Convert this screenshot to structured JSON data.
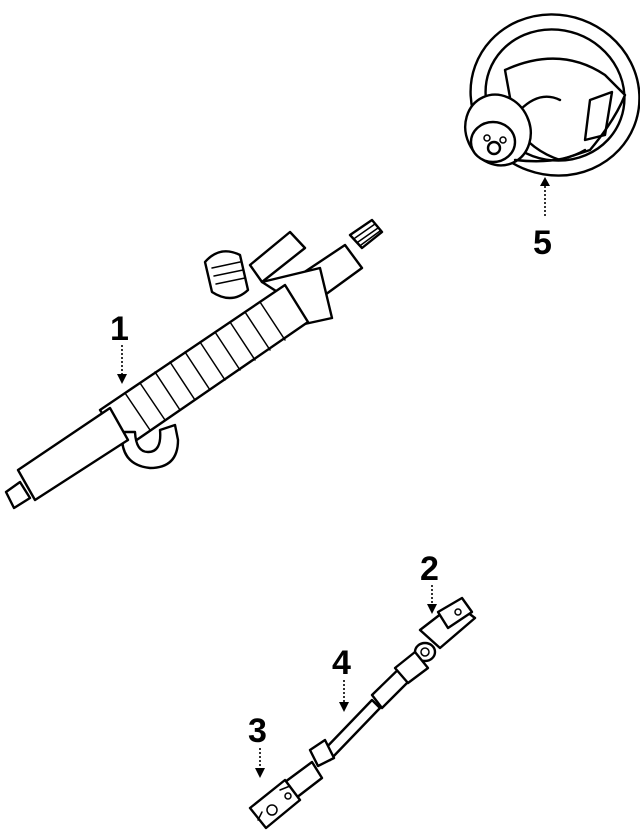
{
  "callouts": {
    "c1": "1",
    "c2": "2",
    "c3": "3",
    "c4": "4",
    "c5": "5"
  },
  "parts": [
    {
      "callout": "1",
      "icon": "steering-column-icon"
    },
    {
      "callout": "2",
      "icon": "upper-u-joint-icon"
    },
    {
      "callout": "3",
      "icon": "lower-u-joint-icon"
    },
    {
      "callout": "4",
      "icon": "intermediate-shaft-icon"
    },
    {
      "callout": "5",
      "icon": "steering-wheel-icon"
    }
  ],
  "colors": {
    "line": "#000000",
    "background": "#ffffff"
  }
}
